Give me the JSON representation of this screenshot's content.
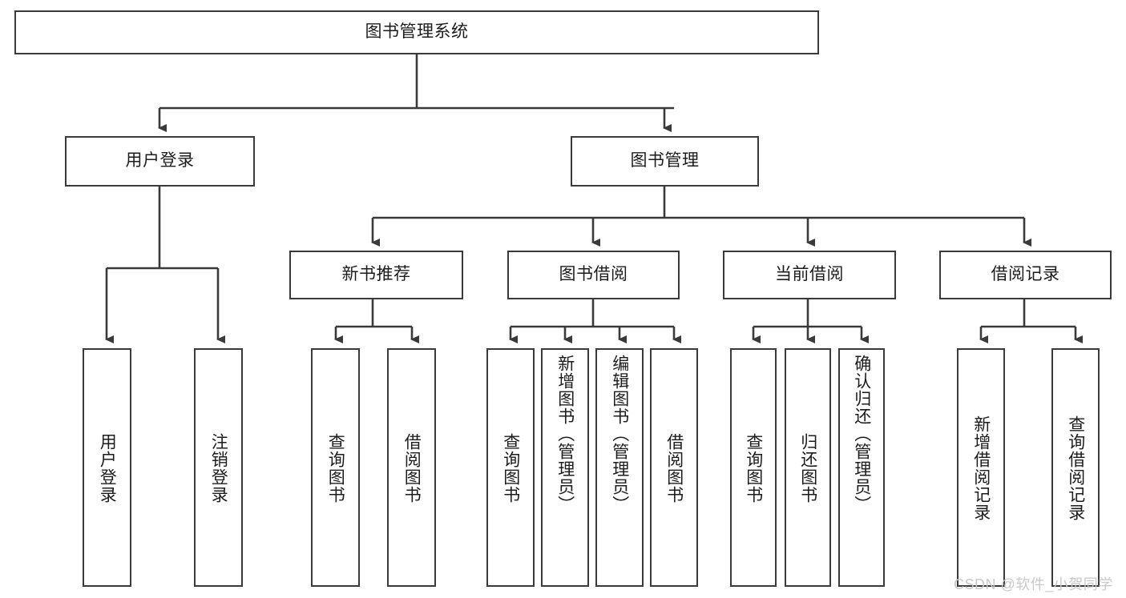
{
  "diagram": {
    "type": "tree-hierarchy-chart",
    "title": "图书管理系统",
    "style": {
      "background": "#ffffff",
      "box_border": "#3a3a3a",
      "box_fill": "#ffffff",
      "text_color": "#1c1c1c",
      "connector_color": "#3a3a3a",
      "watermark_color": "#c9c9c9"
    },
    "levels": {
      "root": {
        "label": "图书管理系统"
      },
      "level2": [
        {
          "label": "用户登录"
        },
        {
          "label": "图书管理"
        }
      ],
      "level3": [
        {
          "label": "新书推荐"
        },
        {
          "label": "图书借阅"
        },
        {
          "label": "当前借阅"
        },
        {
          "label": "借阅记录"
        }
      ],
      "leaves": {
        "user_login": [
          {
            "label": "用户登录"
          },
          {
            "label": "注销登录"
          }
        ],
        "new_book_recommend": [
          {
            "label": "查询图书"
          },
          {
            "label": "借阅图书"
          }
        ],
        "book_borrow": [
          {
            "label": "查询图书"
          },
          {
            "label": "新增图书（管理员）"
          },
          {
            "label": "编辑图书（管理员）"
          },
          {
            "label": "借阅图书"
          }
        ],
        "current_borrow": [
          {
            "label": "查询图书"
          },
          {
            "label": "归还图书"
          },
          {
            "label": "确认归还（管理员）"
          }
        ],
        "borrow_record": [
          {
            "label": "新增借阅记录"
          },
          {
            "label": "查询借阅记录"
          }
        ]
      }
    }
  },
  "watermark": {
    "text": "CSDN @软件_小贺同学"
  }
}
